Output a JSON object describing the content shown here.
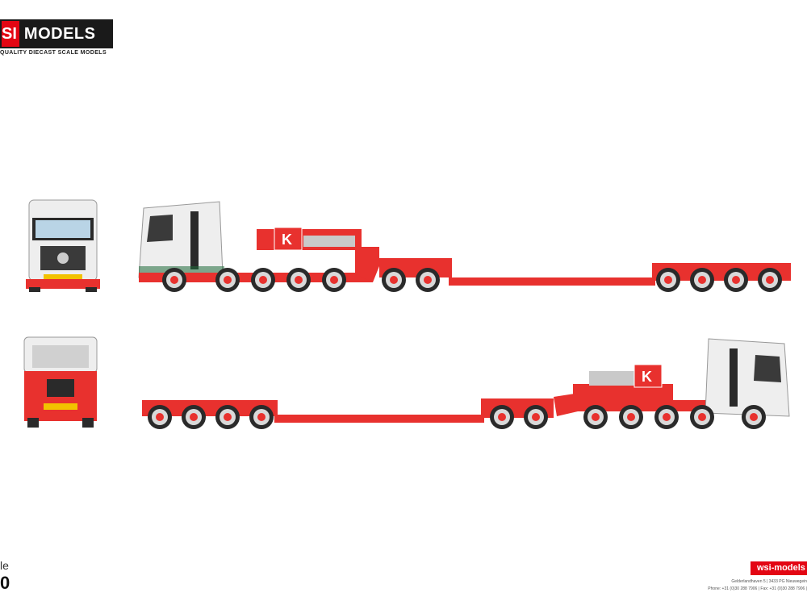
{
  "brand": {
    "logo_left": "SI",
    "logo_right": "MODELS",
    "tagline": "QUALITY DIECAST SCALE MODELS",
    "accent_color": "#e30613"
  },
  "scale": {
    "label": "le",
    "value": "0"
  },
  "footer": {
    "badge": "wsi-models",
    "address_line1": "Gelderlandhaven 5  |  3433 PG  Nieuwegein",
    "address_line2": "Phone: +31 (0)30 288 7906  |  Fax: +31 (0)30 288 7906  |"
  },
  "trailer_logo_letter": "K",
  "colors": {
    "trailer": "#e8312e",
    "cab": "#eeeeee",
    "tire": "#2a2a2a",
    "rim": "#d9d9d9"
  }
}
